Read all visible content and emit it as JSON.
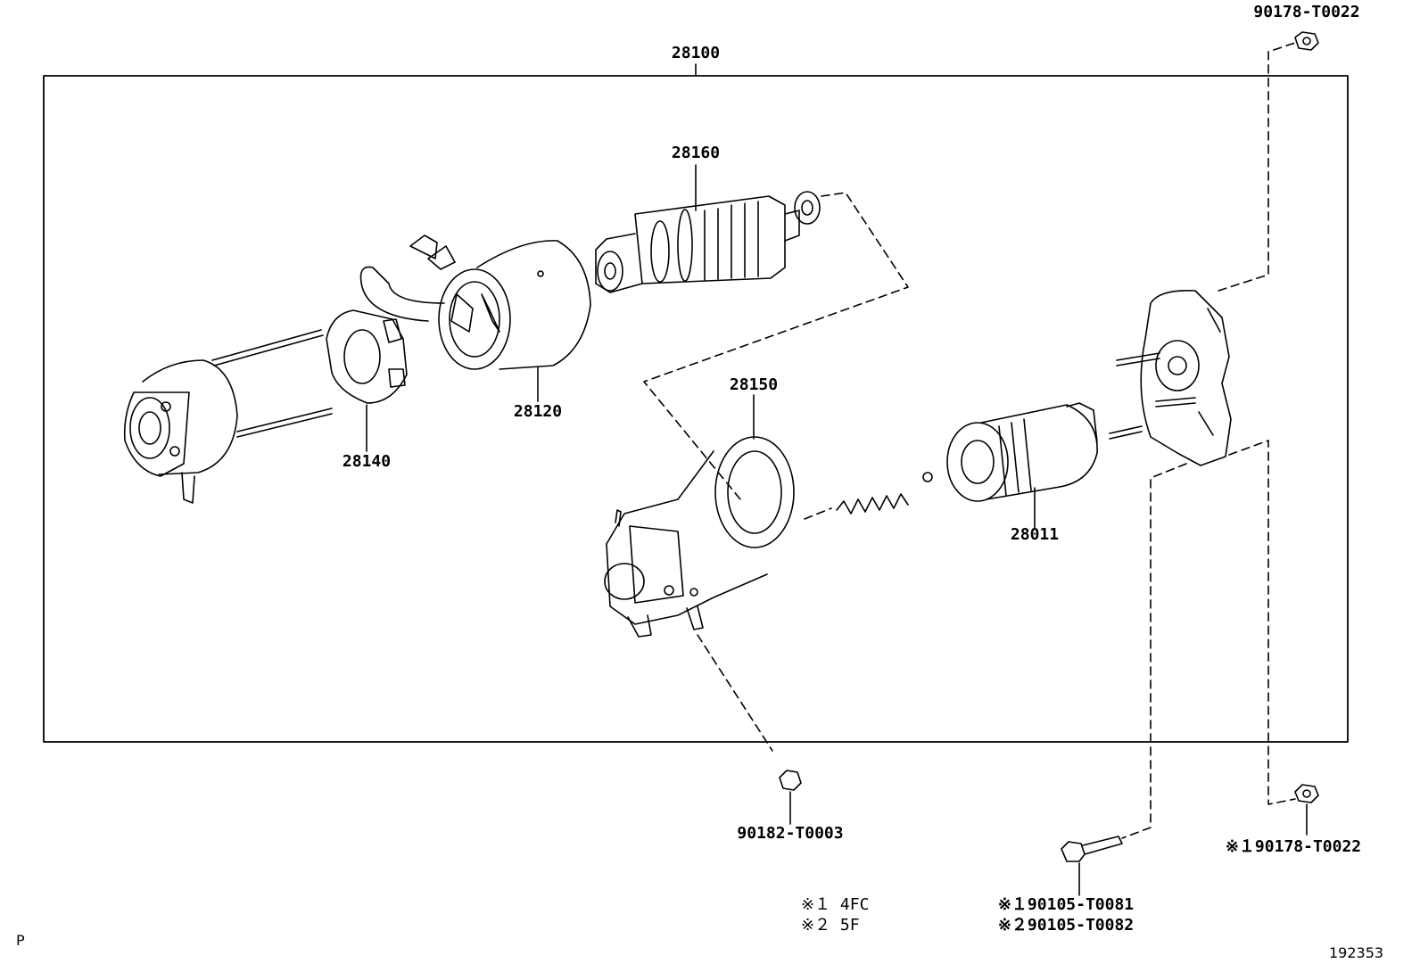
{
  "parts": {
    "p28100": "28100",
    "p28160": "28160",
    "p28120": "28120",
    "p28140": "28140",
    "p28150": "28150",
    "p28011": "28011",
    "p90178_top": "90178-T0022",
    "p90182": "90182-T0003",
    "p90178_bottom": "※１90178-T0022",
    "p90105_1": "※１90105-T0081",
    "p90105_2": "※２90105-T0082"
  },
  "legend": {
    "note1": "※１  4FC",
    "note2": "※２  5F"
  },
  "corner": {
    "page_letter": "P",
    "figure_number": "192353"
  }
}
